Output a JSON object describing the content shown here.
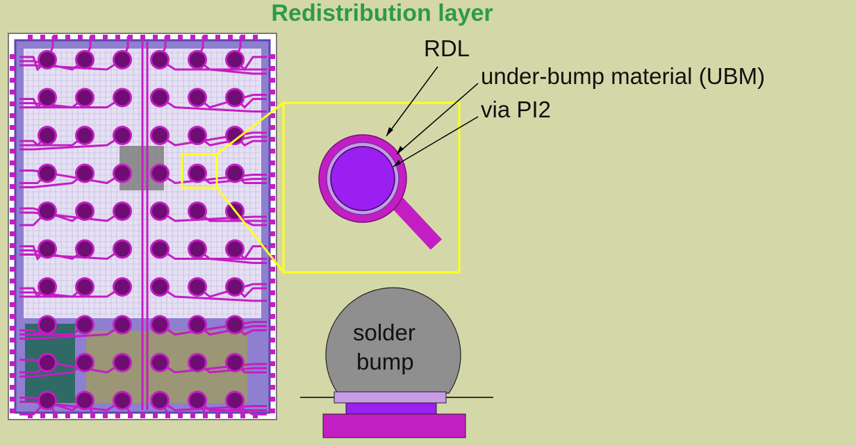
{
  "slide": {
    "title": "Redistribution layer"
  },
  "zoom": {
    "labels": {
      "rdl": "RDL",
      "ubm": "under-bump material (UBM)",
      "via": "via PI2"
    }
  },
  "bump": {
    "label_line1": "solder",
    "label_line2": "bump"
  },
  "colors": {
    "background": "#d4d8a8",
    "title": "#2e9a4a",
    "rdl_magenta": "#c31ec3",
    "ubm_lilac": "#c79be6",
    "via_purple": "#9b1ff0",
    "bump_gray": "#8f8f8f",
    "highlight_yellow": "#ffff20"
  },
  "die": {
    "bump_grid": {
      "rows": 10,
      "cols": 6
    }
  }
}
